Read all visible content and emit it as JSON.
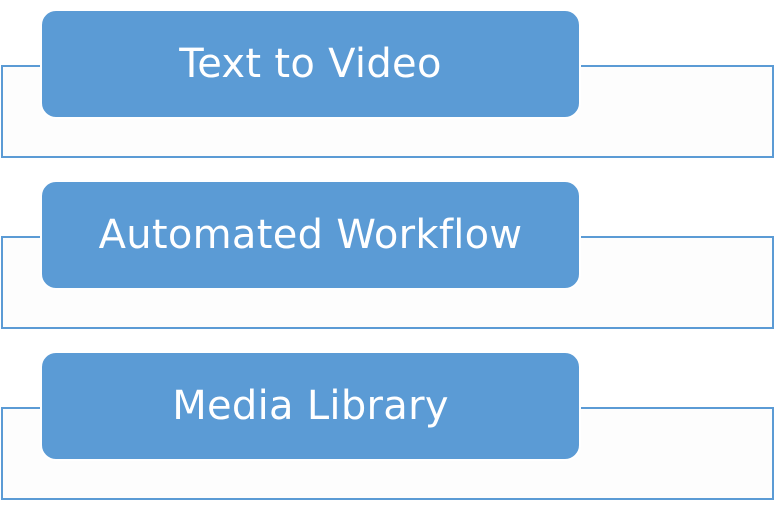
{
  "colors": {
    "accent": "#5b9bd5",
    "pill_text": "#ffffff",
    "frame_fill": "#fdfdfd"
  },
  "items": [
    {
      "label": "Text to Video"
    },
    {
      "label": "Automated Workflow"
    },
    {
      "label": "Media Library"
    }
  ]
}
